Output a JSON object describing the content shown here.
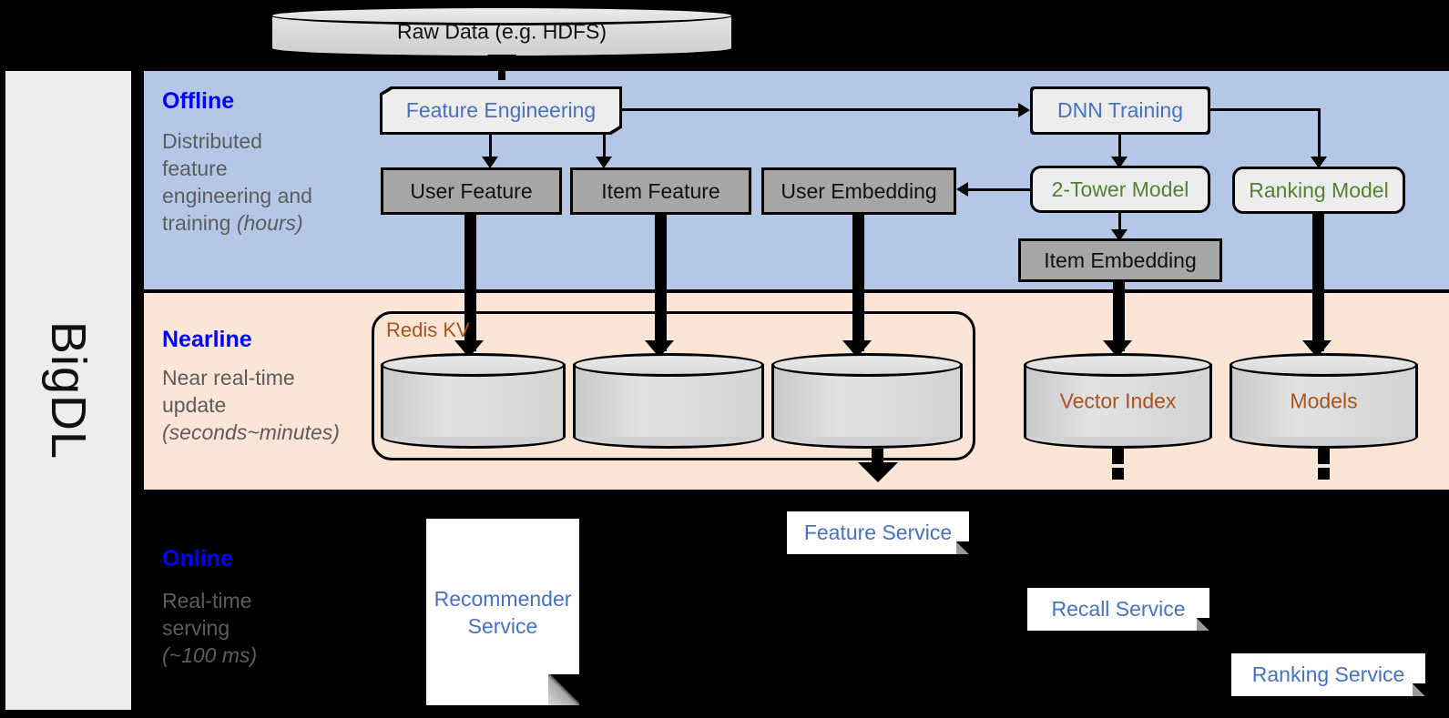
{
  "rail": {
    "label": "BigDL"
  },
  "source": {
    "label": "Raw Data (e.g. HDFS)"
  },
  "bands": [
    {
      "key": "offline",
      "title": "Offline",
      "subtitle_line1": "Distributed",
      "subtitle_line2": "feature",
      "subtitle_line3": "engineering and",
      "subtitle_line4": "training ",
      "subtitle_italic": "(hours)",
      "bg_color": "#b4c7e7",
      "title_color": "#0000ff"
    },
    {
      "key": "nearline",
      "title": "Nearline",
      "subtitle_line1": "Near real-time",
      "subtitle_line2": "update",
      "subtitle_italic": "(seconds~minutes)",
      "bg_color": "#fae5d7",
      "title_color": "#0000ff"
    },
    {
      "key": "online",
      "title": "Online",
      "subtitle_line1": "Real-time",
      "subtitle_line2": "serving",
      "subtitle_italic": "(~100 ms)",
      "bg_color": "#000000",
      "title_color": "#0000ff"
    }
  ],
  "offline": {
    "feature_engineering": "Feature Engineering",
    "dnn_training": "DNN Training",
    "user_feature": "User Feature",
    "item_feature": "Item Feature",
    "user_embedding": "User Embedding",
    "two_tower_model": "2-Tower Model",
    "ranking_model": "Ranking Model",
    "item_embedding": "Item Embedding"
  },
  "nearline": {
    "redis_group_label": "Redis KV",
    "store_user_feature": "",
    "store_item_feature": "",
    "store_user_embedding": "",
    "vector_index": "Vector Index",
    "models": "Models"
  },
  "online": {
    "recommender_service": "Recommender\nService",
    "recommender_service_l1": "Recommender",
    "recommender_service_l2": "Service",
    "feature_service": "Feature Service",
    "recall_service": "Recall Service",
    "ranking_service": "Ranking Service"
  },
  "colors": {
    "offline_bg": "#b4c7e7",
    "nearline_bg": "#fae5d7",
    "online_bg": "#000000",
    "rail_bg": "#ededed",
    "gray_node": "#a6a6a6",
    "process_node": "#ededed",
    "blue_text": "#4472c4",
    "green_text": "#548235",
    "brown_text": "#a9541e",
    "band_title": "#0000ff",
    "band_subtitle": "#5d5d5d"
  }
}
